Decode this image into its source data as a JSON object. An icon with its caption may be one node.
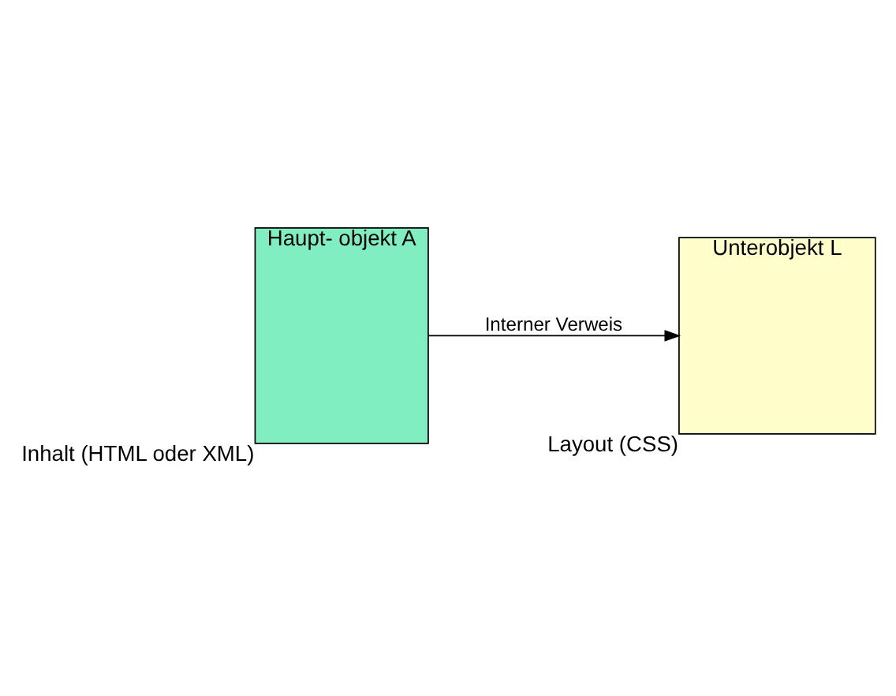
{
  "diagram": {
    "nodes": [
      {
        "text": [
          "Haupt- objekt A"
        ],
        "beside": [
          "Inhalt (HTML oder XML)"
        ]
      },
      {
        "text": [
          "Unterobjekt L"
        ],
        "beside": [
          "Layout (CSS)"
        ]
      }
    ],
    "edges": [
      {
        "from": 0,
        "to": 1,
        "arrow": "to",
        "label": "Interner Verweis"
      }
    ]
  }
}
